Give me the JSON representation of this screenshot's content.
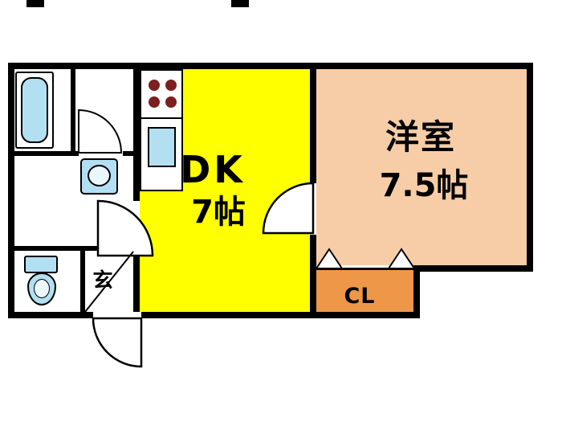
{
  "plan": {
    "rooms": {
      "dk": {
        "label": "DK",
        "size": "7帖"
      },
      "western": {
        "label": "洋室",
        "size": "7.5帖"
      },
      "closet": {
        "label": "CL"
      },
      "entrance": {
        "label": "玄"
      }
    },
    "colors": {
      "dk_floor": "#ffff00",
      "western_floor": "#f7cda8",
      "closet_floor": "#ee9748",
      "fixture": "#b3dff2",
      "fixture_inner": "#eaf7fd",
      "burner": "#7b1f1f",
      "wall": "#000000"
    }
  }
}
